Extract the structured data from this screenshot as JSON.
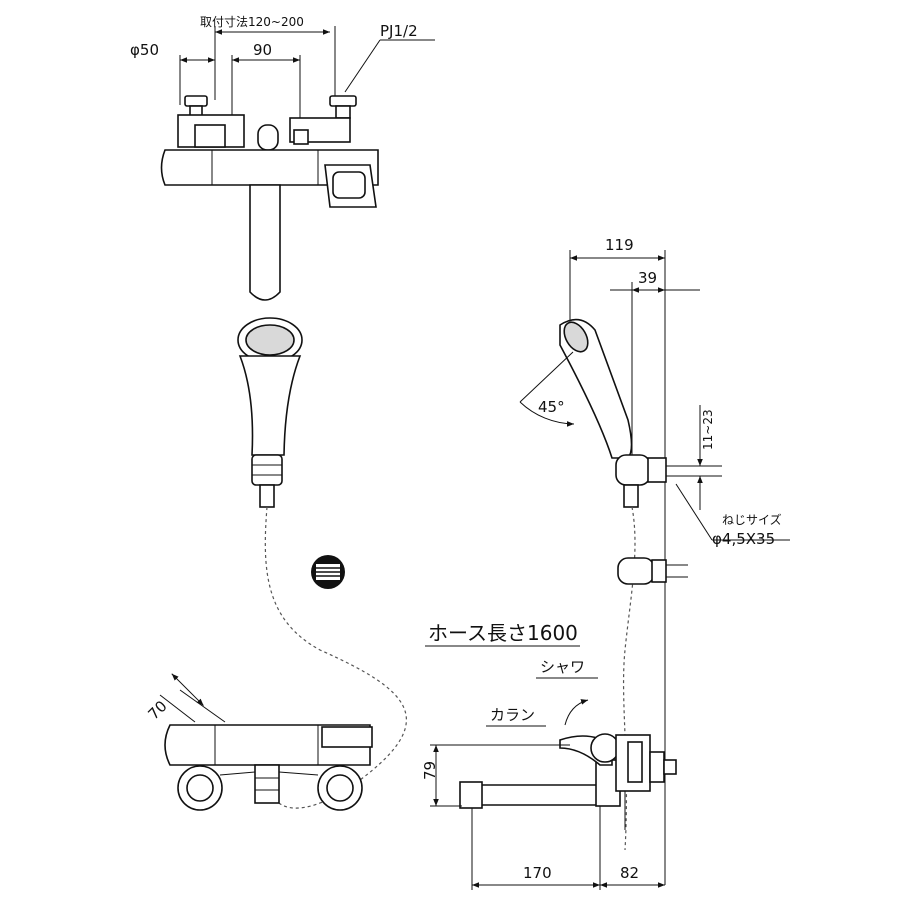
{
  "labels": {
    "mount_dim": "取付寸法120~200",
    "phi50": "φ50",
    "d90": "90",
    "pj": "PJ1/2",
    "d119": "119",
    "d39": "39",
    "angle45": "45°",
    "d11_23": "11~23",
    "screw_label": "ねじサイズ",
    "screw_size": "φ4,5X35",
    "hose_length": "ホース長さ1600",
    "shower": "シャワ",
    "karan": "カラン",
    "d70": "70",
    "d79": "79",
    "d170": "170",
    "d82": "82"
  }
}
